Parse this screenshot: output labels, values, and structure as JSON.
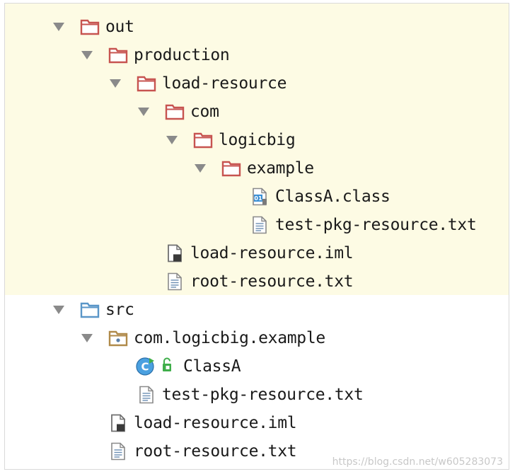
{
  "tree": {
    "out": {
      "label": "out",
      "production": {
        "label": "production",
        "load_resource": {
          "label": "load-resource",
          "com": {
            "label": "com",
            "logicbig": {
              "label": "logicbig",
              "example": {
                "label": "example",
                "classa_class": "ClassA.class",
                "test_pkg_resource": "test-pkg-resource.txt"
              }
            }
          },
          "load_resource_iml": "load-resource.iml",
          "root_resource": "root-resource.txt"
        }
      }
    },
    "src": {
      "label": "src",
      "package": {
        "label": "com.logicbig.example",
        "classa": "ClassA",
        "test_pkg_resource": "test-pkg-resource.txt"
      },
      "load_resource_iml": "load-resource.iml",
      "root_resource": "root-resource.txt"
    }
  },
  "watermark": "https://blog.csdn.net/w605283073",
  "colors": {
    "out_background": "#fdfbe4",
    "excluded_folder": "#c75450",
    "source_folder": "#5a96c8",
    "package_folder": "#b08a4a",
    "expand_arrow": "#8a8a8a",
    "class_badge": "#3a8fd4",
    "run_badge": "#3fae4a"
  },
  "icons": {
    "excluded_folder": "folder-excluded-icon",
    "source_folder": "folder-source-icon",
    "package": "package-icon",
    "class_file": "class-file-icon",
    "text_file": "text-file-icon",
    "iml_file": "iml-file-icon",
    "java_class": "java-class-icon",
    "expand": "expand-arrow-icon"
  }
}
